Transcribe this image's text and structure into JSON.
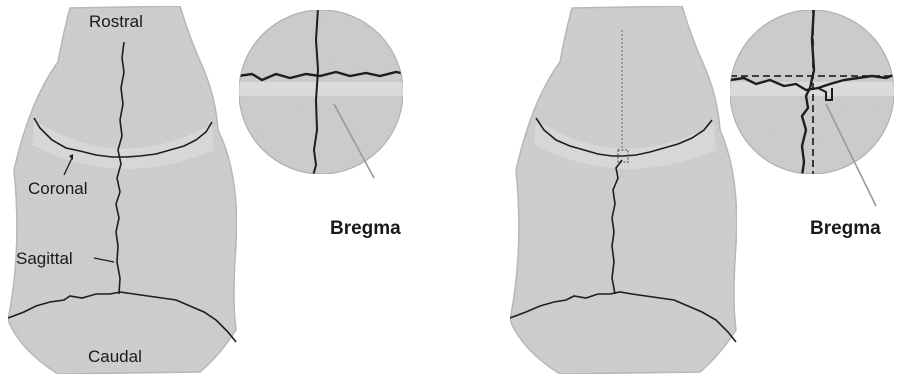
{
  "left_figure": {
    "labels": {
      "rostral": "Rostral",
      "coronal": "Coronal",
      "sagittal": "Sagittal",
      "caudal": "Caudal"
    },
    "inset_label": "Bregma"
  },
  "right_figure": {
    "inset_label": "Bregma"
  },
  "colors": {
    "bone": "#cfcfcf",
    "bone_shade": "#bdbdbd",
    "suture": "#1e1e1e",
    "background": "#ffffff"
  }
}
